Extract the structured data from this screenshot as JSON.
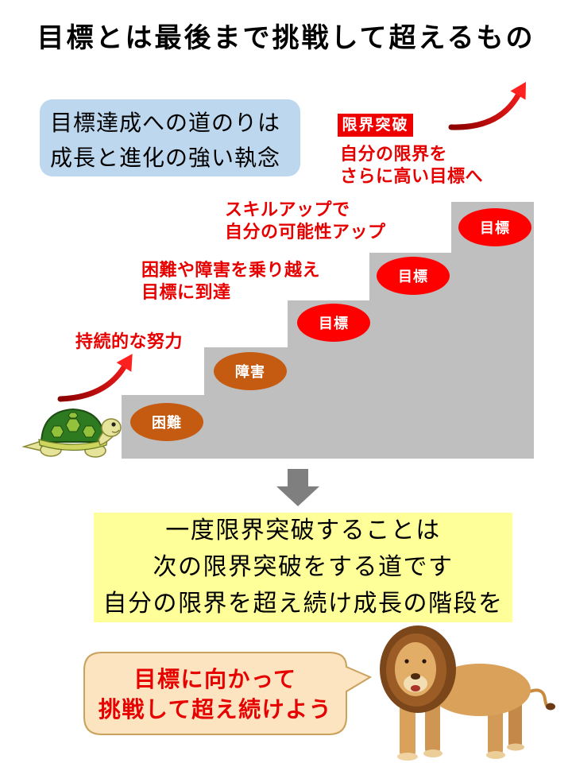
{
  "title": "目標とは最後まで挑戦して超えるもの",
  "intro_box": {
    "lines": [
      "目標達成への道のりは",
      "成長と進化の強い執念"
    ]
  },
  "breakthrough": {
    "badge": "限界突破",
    "lines": [
      "自分の限界を",
      "さらに高い目標へ"
    ]
  },
  "annotations": {
    "skill_up": [
      "スキルアップで",
      "自分の可能性アップ"
    ],
    "overcome": [
      "困難や障害を乗り越え",
      "目標に到達"
    ],
    "effort": "持続的な努力"
  },
  "steps": [
    {
      "label": "困難",
      "color": "#c55a11"
    },
    {
      "label": "障害",
      "color": "#c55a11"
    },
    {
      "label": "目標",
      "color": "#ff0000"
    },
    {
      "label": "目標",
      "color": "#ff0000"
    },
    {
      "label": "目標",
      "color": "#ff0000"
    }
  ],
  "summary": {
    "lines": [
      "一度限界突破することは",
      "次の限界突破をする道です",
      "自分の限界を超え続け成長の階段を"
    ]
  },
  "speech_bubble": {
    "lines": [
      "目標に向かって",
      "挑戦して超え続けよう"
    ]
  },
  "icons": {
    "top_arrow": "curved-up-arrow-icon",
    "bottom_arrow": "curved-up-arrow-icon",
    "down_arrow": "down-arrow-icon",
    "turtle": "turtle-illustration",
    "lion": "lion-illustration"
  },
  "colors": {
    "accent_red": "#e60000",
    "badge_red": "#ee0000",
    "obstacle_brown": "#c55a11",
    "goal_red": "#ff0000",
    "staircase": "#bfbfbf",
    "intro_box": "#bdd7ee",
    "summary_box": "#ffff99",
    "bubble_fill": "#fce4c0",
    "bubble_border": "#c9a25d",
    "down_arrow": "#7f7f7f"
  }
}
